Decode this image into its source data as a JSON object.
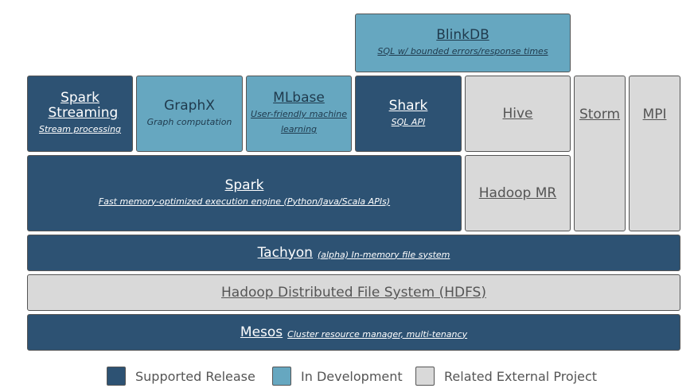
{
  "boxes": {
    "blinkdb": {
      "title": "BlinkDB",
      "subtitle": "SQL w/ bounded errors/response times"
    },
    "spark_streaming": {
      "title": "Spark Streaming",
      "subtitle": "Stream processing"
    },
    "graphx": {
      "title": "GraphX",
      "subtitle": "Graph computation"
    },
    "mlbase": {
      "title": "MLbase",
      "subtitle": "User-friendly machine learning"
    },
    "shark": {
      "title": "Shark",
      "subtitle": "SQL API"
    },
    "hive": {
      "title": "Hive"
    },
    "storm": {
      "title": "Storm"
    },
    "mpi": {
      "title": "MPI"
    },
    "spark": {
      "title": "Spark",
      "subtitle": "Fast memory-optimized execution engine (Python/Java/Scala APIs)"
    },
    "hadoop_mr": {
      "title": "Hadoop MR"
    },
    "tachyon": {
      "title": "Tachyon",
      "subtitle": "(alpha) In-memory file system"
    },
    "hdfs": {
      "title": "Hadoop Distributed File System (HDFS)"
    },
    "mesos": {
      "title": "Mesos",
      "subtitle": "Cluster resource manager, multi-tenancy"
    }
  },
  "legend": [
    {
      "label": "Supported Release",
      "color": "#2d5273"
    },
    {
      "label": "In Development",
      "color": "#66a7c0"
    },
    {
      "label": "Related External Project",
      "color": "#d9d9d9"
    }
  ]
}
